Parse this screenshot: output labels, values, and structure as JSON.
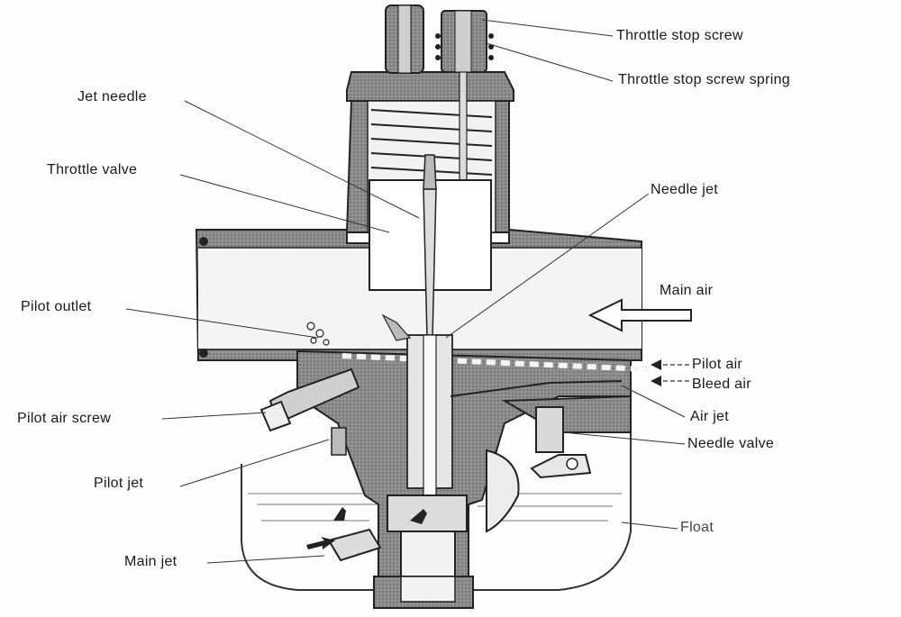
{
  "labels": {
    "throttle_stop_screw": "Throttle stop screw",
    "throttle_stop_screw_spring": "Throttle stop screw spring",
    "jet_needle": "Jet needle",
    "throttle_valve": "Throttle valve",
    "needle_jet": "Needle jet",
    "main_air": "Main air",
    "pilot_outlet": "Pilot outlet",
    "pilot_air": "Pilot air",
    "bleed_air": "Bleed air",
    "air_jet": "Air jet",
    "pilot_air_screw": "Pilot air screw",
    "needle_valve": "Needle valve",
    "pilot_jet": "Pilot jet",
    "float": "Float",
    "main_jet": "Main jet"
  },
  "colors": {
    "ink": "#222222",
    "casting": "#8a8a8a",
    "casting_dark": "#6d6d6d",
    "paper": "#fdfdfd"
  }
}
